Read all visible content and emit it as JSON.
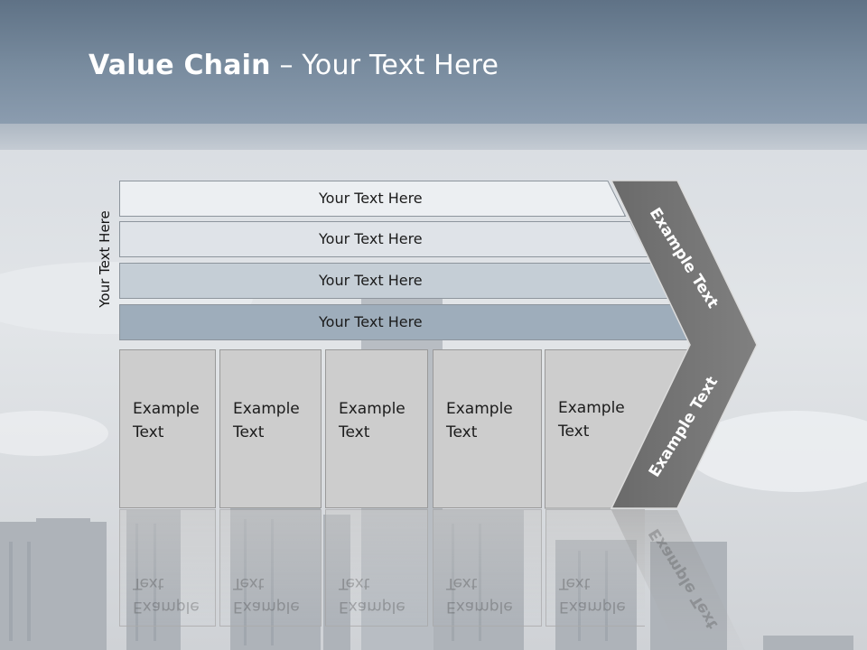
{
  "title": {
    "bold": "Value Chain",
    "rest": " – Your Text Here"
  },
  "side_label": "Your Text Here",
  "bars": [
    {
      "label": "Your Text Here"
    },
    {
      "label": "Your Text Here"
    },
    {
      "label": "Your Text Here"
    },
    {
      "label": "Your Text Here"
    }
  ],
  "cells": [
    {
      "line1": "Example",
      "line2": "Text"
    },
    {
      "line1": "Example",
      "line2": "Text"
    },
    {
      "line1": "Example",
      "line2": "Text"
    },
    {
      "line1": "Example",
      "line2": "Text"
    },
    {
      "line1": "Example",
      "line2": "Text"
    }
  ],
  "chevron": {
    "upper_label": "Example Text",
    "lower_label": "Example Text"
  },
  "colors": {
    "header": "#798c9f",
    "chevron": "#747474",
    "bar_darkest": "#9eadbb",
    "cell_fill": "#cdcdcd"
  }
}
